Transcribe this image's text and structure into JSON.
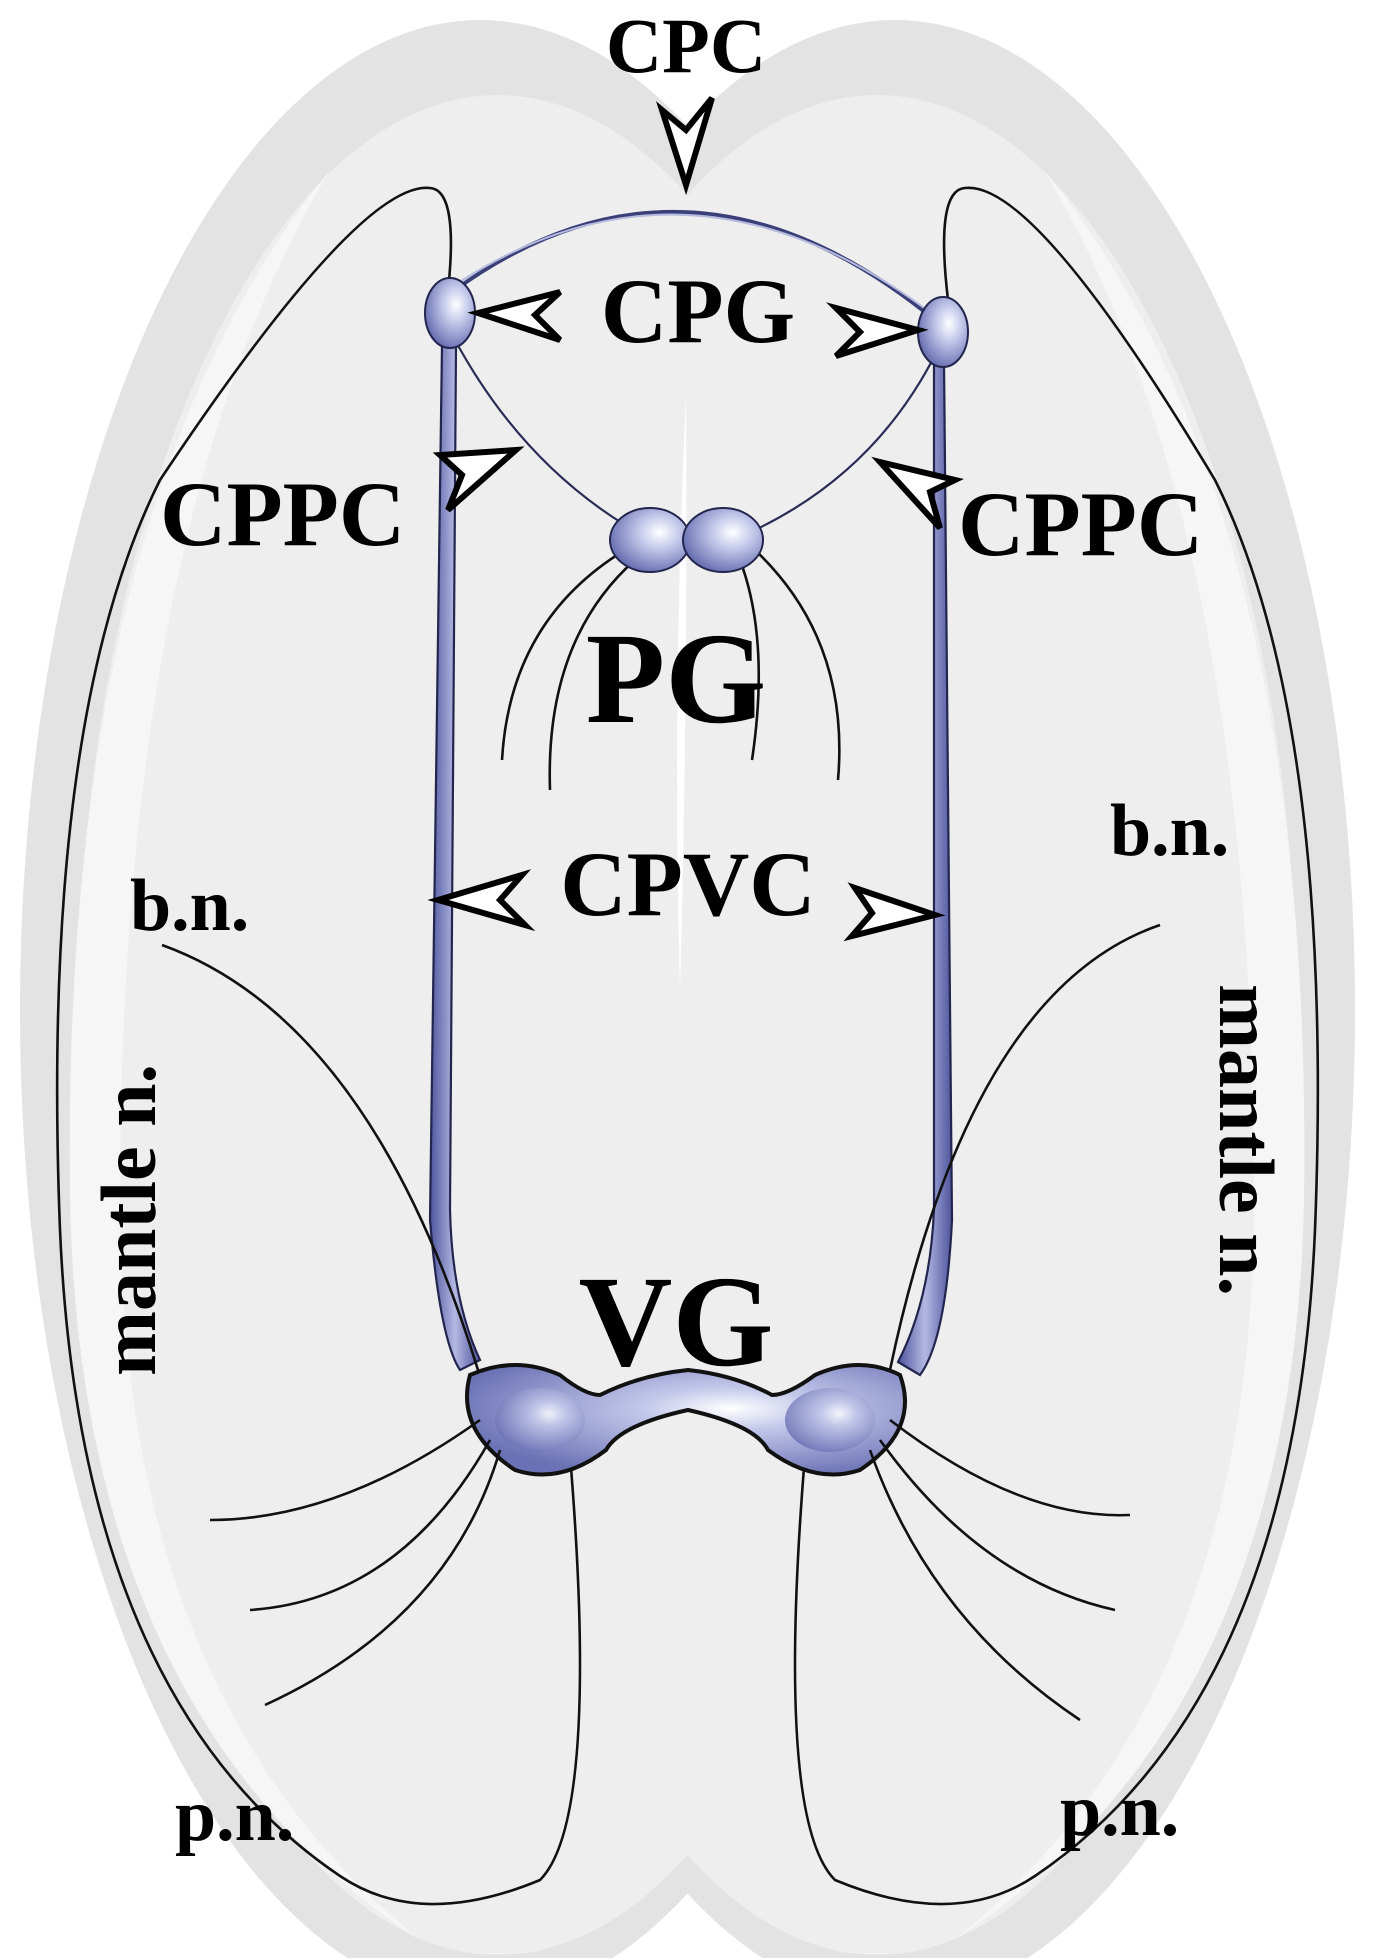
{
  "labels": {
    "cpc": "CPC",
    "cpg": "CPG",
    "cppc_left": "CPPC",
    "cppc_right": "CPPC",
    "pg": "PG",
    "cpvc": "CPVC",
    "bn_left": "b.n.",
    "bn_right": "b.n.",
    "mantle_left": "mantle n.",
    "mantle_right": "mantle n.",
    "vg": "VG",
    "pn_left": "p.n.",
    "pn_right": "p.n."
  },
  "colors": {
    "background": "#ffffff",
    "shell_outer": "#e4e4e4",
    "shell_inner": "#efefef",
    "ganglion": "#aab0dc",
    "ganglion_dark": "#5a62a8",
    "connective": "#6d74b3"
  }
}
